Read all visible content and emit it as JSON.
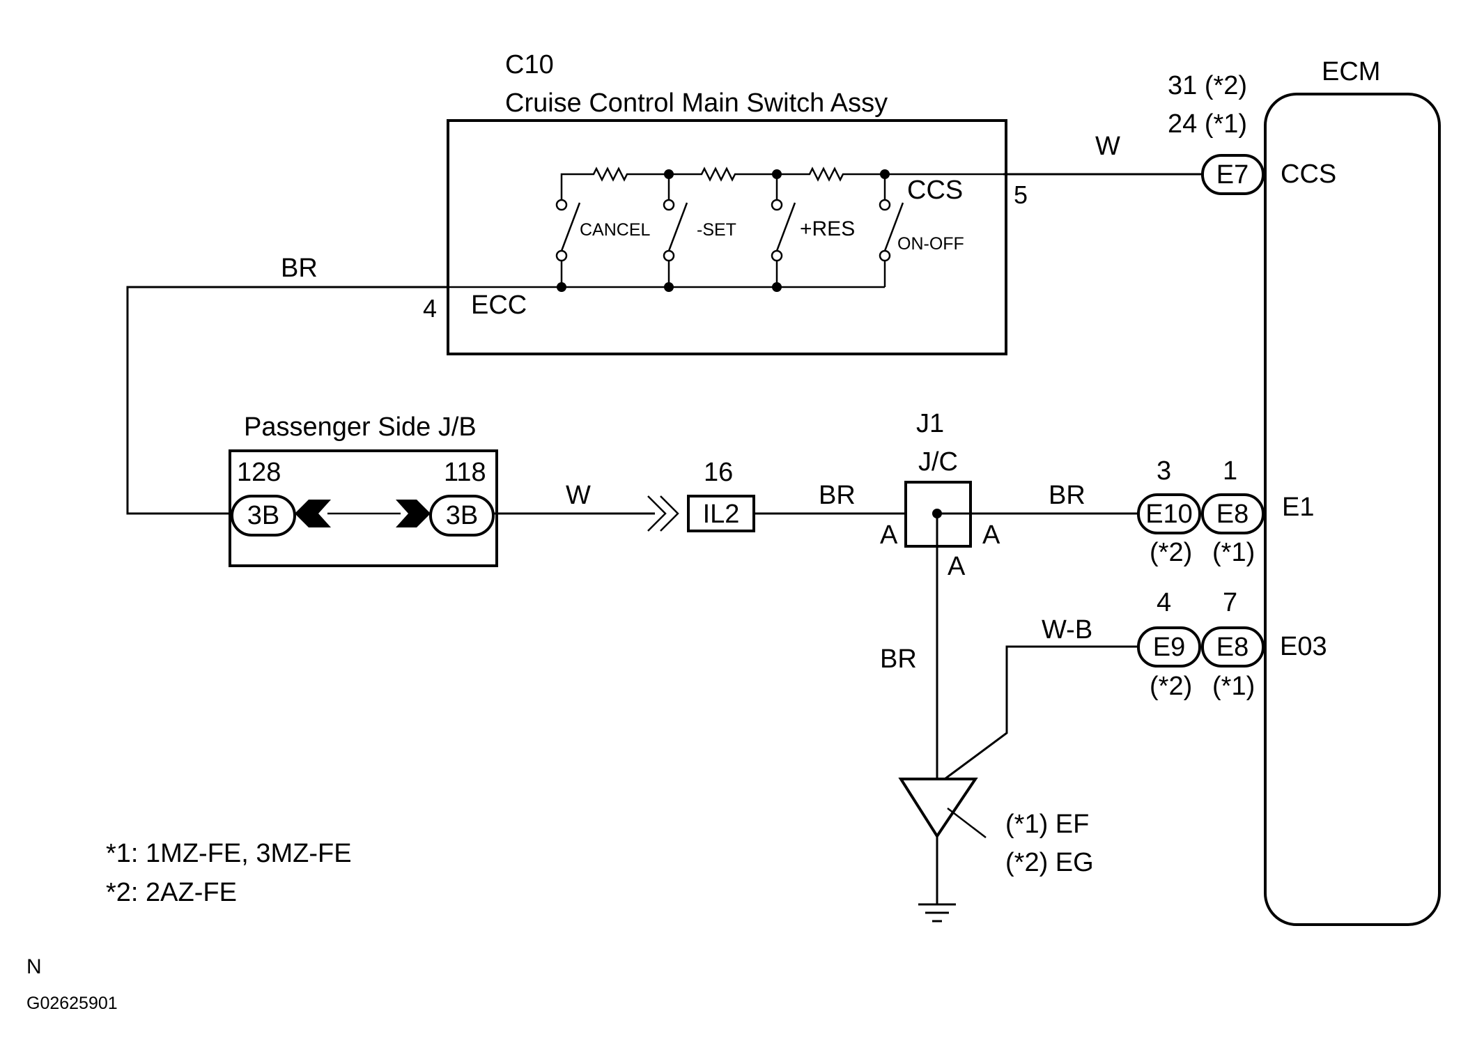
{
  "switch_assy": {
    "code": "C10",
    "title": "Cruise Control Main Switch Assy",
    "switches": [
      "CANCEL",
      "-SET",
      "+RES",
      "ON-OFF"
    ],
    "terminal_ccs_label": "CCS",
    "terminal_ccs_pin": "5",
    "terminal_ecc_label": "ECC",
    "terminal_ecc_pin": "4"
  },
  "wires": {
    "ccs_to_ecm": "W",
    "ecc_to_jb": "BR",
    "jb_to_il2": "W",
    "il2_to_jc": "BR",
    "jc_to_ecm": "BR",
    "jc_to_ground": "BR",
    "e03_to_ground": "W-B"
  },
  "junction_block": {
    "title": "Passenger Side J/B",
    "left_pin": "128",
    "left_connector": "3B",
    "right_pin": "118",
    "right_connector": "3B"
  },
  "il2": {
    "pin": "16",
    "label": "IL2"
  },
  "junction_connector": {
    "code": "J1",
    "title": "J/C",
    "left_terminal": "A",
    "right_terminal": "A",
    "bottom_terminal": "A"
  },
  "ecm": {
    "title": "ECM",
    "ccs": {
      "pin_a": "31 (*2)",
      "pin_b": "24 (*1)",
      "connector": "E7",
      "terminal": "CCS"
    },
    "e1": {
      "pin_a": "3",
      "connector_a": "E10",
      "variant_a": "(*2)",
      "pin_b": "1",
      "connector_b": "E8",
      "variant_b": "(*1)",
      "terminal": "E1"
    },
    "e03": {
      "pin_a": "4",
      "connector_a": "E9",
      "variant_a": "(*2)",
      "pin_b": "7",
      "connector_b": "E8",
      "variant_b": "(*1)",
      "terminal": "E03"
    }
  },
  "ground": {
    "label_1": "(*1) EF",
    "label_2": "(*2) EG"
  },
  "notes": [
    "*1: 1MZ-FE, 3MZ-FE",
    "*2: 2AZ-FE"
  ],
  "footer": {
    "letter": "N",
    "figure_id": "G02625901"
  }
}
